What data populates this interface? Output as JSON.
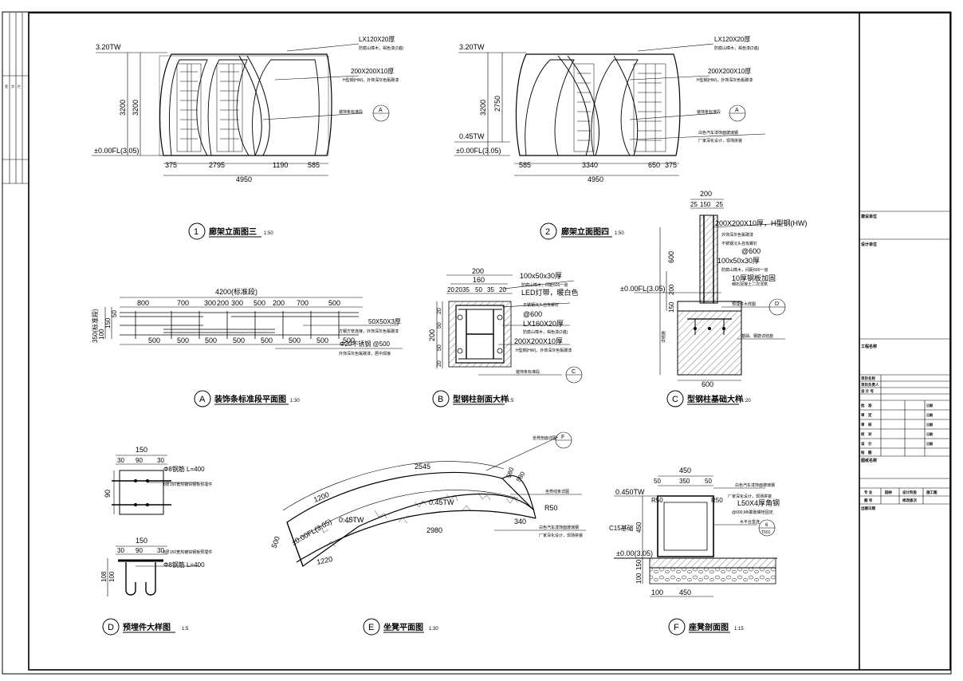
{
  "sheet": {
    "title_block": {
      "construction_unit": "建设单位",
      "design_unit": "设计单位",
      "project_name_label": "工程名称",
      "rows": [
        {
          "label": "项目名称"
        },
        {
          "label": "项目负责人"
        },
        {
          "label": "设 计 号"
        },
        {
          "label": "批　准",
          "right": "日期"
        },
        {
          "label": "审　定",
          "right": "日期"
        },
        {
          "label": "审　核",
          "right": "日期"
        },
        {
          "label": "校　对",
          "right": "日期"
        },
        {
          "label": "设　计",
          "right": "日期"
        },
        {
          "label": "绘　图",
          "right": "日期"
        }
      ],
      "drawing_name_label": "图纸名称",
      "specialty_label": "专 业",
      "specialty_value": "园林",
      "stage_label": "设计阶段",
      "stage_value": "施工图",
      "drawing_no_label": "图 号",
      "drawing_no_value": "修改版次",
      "date_label": "出图日期"
    },
    "margin_strip": [
      "签",
      "字",
      "栏"
    ]
  },
  "views": {
    "elev3": {
      "caption_num": "1",
      "caption": "廊架立面图三",
      "scale": "1:50",
      "level_top": "3.20TW",
      "level_base": "±0.00FL(3.05)",
      "dim_h1": "3200",
      "dim_h2": "3200",
      "dims_bottom": [
        "375",
        "2795",
        "1190",
        "585"
      ],
      "dim_total": "4950",
      "notes": [
        "LX120X20厚",
        "防腐山樟木，褐色漆(2遍)",
        "200X200X10厚",
        "H型钢(HW)，外饰深灰色氟碳漆",
        "装饰条标准段"
      ],
      "ref": "A"
    },
    "elev4": {
      "caption_num": "2",
      "caption": "廊架立面图四",
      "scale": "1:50",
      "level_top": "3.20TW",
      "level_mid": "0.45TW",
      "level_base": "±0.00FL(3.05)",
      "dim_h1": "3200",
      "dim_h2": "2750",
      "dims_bottom": [
        "585",
        "3340",
        "650",
        "375"
      ],
      "dim_total": "4950",
      "notes": [
        "LX120X20厚",
        "防腐山樟木，褐色漆(2遍)",
        "200X200X10厚",
        "H型钢(HW)，外饰深灰色氟碳漆",
        "装饰条标准段",
        "白色汽车漆饰面玻璃钢",
        "厂家深化设计，现场拼装"
      ],
      "ref": "A"
    },
    "planA": {
      "caption_num": "A",
      "caption": "装饰条标准段平面图",
      "scale": "1:30",
      "dim_total": "4200(标准段)",
      "dims_top": [
        "800",
        "700",
        "300",
        "200",
        "300",
        "500",
        "200",
        "700",
        "500"
      ],
      "dims_bottom": [
        "500",
        "500",
        "500",
        "500",
        "500",
        "500",
        "500",
        "500"
      ],
      "dims_left": [
        "350(标准段)",
        "100",
        "150",
        "50"
      ],
      "notes": [
        "50X50X3厚",
        "方钢方管连接，外饰深灰色氟碳漆",
        "Φ20不锈钢 @500",
        "外饰深灰色氟碳漆，居中焊接"
      ]
    },
    "sectB": {
      "caption_num": "B",
      "caption": "型钢柱剖面大样",
      "scale": "1:5",
      "dims_top": [
        "200",
        "160",
        "20",
        "20",
        "35",
        "50",
        "35",
        "20"
      ],
      "dims_left": [
        "200",
        "20",
        "50",
        "50",
        "20"
      ],
      "notes": [
        "100x50x30厚",
        "防腐山樟木，间距600一道",
        "LED灯带，暖白色",
        "不锈钢沉头自攻螺钉",
        "@600",
        "LX160X20厚",
        "防腐山樟木，褐色漆(2遍)",
        "200X200X10厚",
        "H型钢(HW)，外饰深灰色氟碳漆",
        "装饰条标准段"
      ],
      "ref": "C"
    },
    "detailC": {
      "caption_num": "C",
      "caption": "型钢柱基础大样",
      "scale": "1:20",
      "dims_top": [
        "200",
        "25",
        "150",
        "25"
      ],
      "level": "±0.00FL(3.05)",
      "dims_left": [
        "600",
        "200",
        "150"
      ],
      "dim_bottom": "600",
      "notes": [
        "200X200X10厚，H型钢(HW)",
        "外饰深灰色氟碳漆",
        "不锈钢沉头自攻螺钉",
        "@600",
        "100x50x30厚",
        "防腐山樟木，间距600一道",
        "10厚钢板加固",
        "细石混凝土二次浇筑",
        "预埋件大样图",
        "基础、钢筋详结施",
        "详结施"
      ],
      "ref": "D"
    },
    "detailD": {
      "caption_num": "D",
      "caption": "预埋件大样图",
      "scale": "1:5",
      "dims_top": [
        "150",
        "30",
        "90",
        "30"
      ],
      "dim_left": "90",
      "dims_top2": [
        "150",
        "30",
        "90",
        "30"
      ],
      "dims_left2": [
        "108",
        "100"
      ],
      "notes": [
        "Φ8钢筋 L=400",
        "8厚150宽热镀锌钢板预埋件",
        "Φ8钢筋 L=400"
      ]
    },
    "planE": {
      "caption_num": "E",
      "caption": "坐凳平面图",
      "scale": "1:30",
      "dims": [
        "2545",
        "1200",
        "580",
        "580",
        "0.45TW",
        "0.45TW",
        "340",
        "R50",
        "2980",
        "1220",
        "500",
        "±0.00FL(3.05)"
      ],
      "notes": [
        "坐凳剖面详图",
        "坐凳线条详图",
        "白色汽车漆饰面玻璃钢",
        "厂家深化设计，现场拼装"
      ],
      "ref": "F"
    },
    "sectF": {
      "caption_num": "F",
      "caption": "座凳剖面图",
      "scale": "1:15",
      "dims_top": [
        "450",
        "50",
        "350",
        "50"
      ],
      "level_top": "0.450TW",
      "level_base": "±0.00(3.05)",
      "dims_left": [
        "450",
        "150",
        "100"
      ],
      "dims_bottom": [
        "100",
        "450"
      ],
      "c15": "C15基础",
      "notes": [
        "白色汽车漆饰面玻璃钢",
        "厂家深化设计，现场拼装",
        "L50X4厚角钢",
        "@600,M6膨胀螺栓固定",
        "水平台盒连"
      ],
      "ref": "6",
      "ref_sheet": "T001"
    }
  }
}
